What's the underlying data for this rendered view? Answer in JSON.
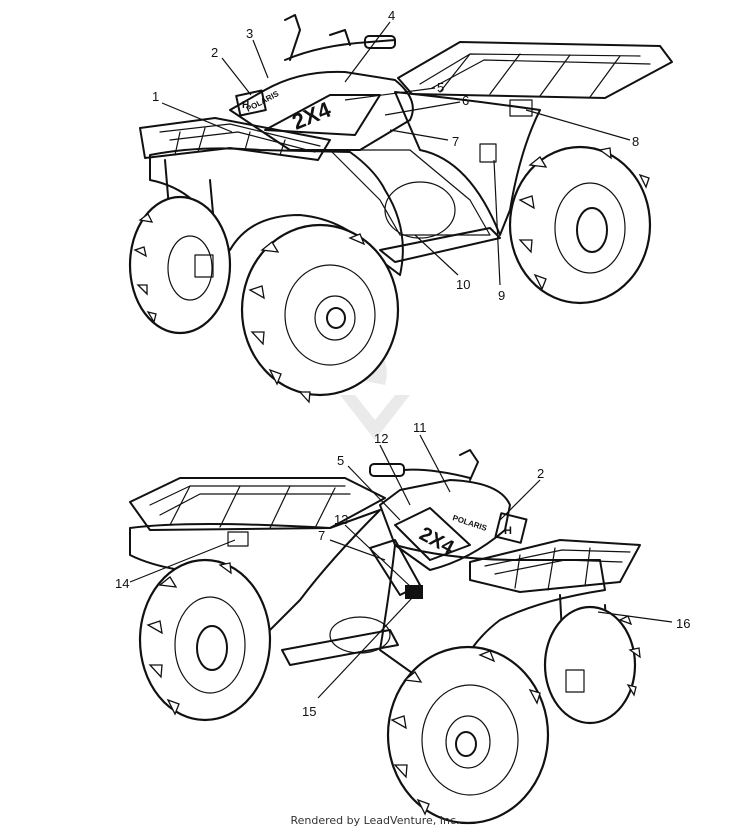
{
  "callouts": {
    "top": [
      "1",
      "2",
      "3",
      "4",
      "5",
      "6",
      "7",
      "8",
      "9",
      "10"
    ],
    "bottom": [
      "11",
      "12",
      "5",
      "13",
      "2",
      "7",
      "14",
      "15",
      "16"
    ]
  },
  "decals": {
    "model": "2X4",
    "brand": "POLARIS"
  },
  "footer": "Rendered by LeadVenture, Inc."
}
